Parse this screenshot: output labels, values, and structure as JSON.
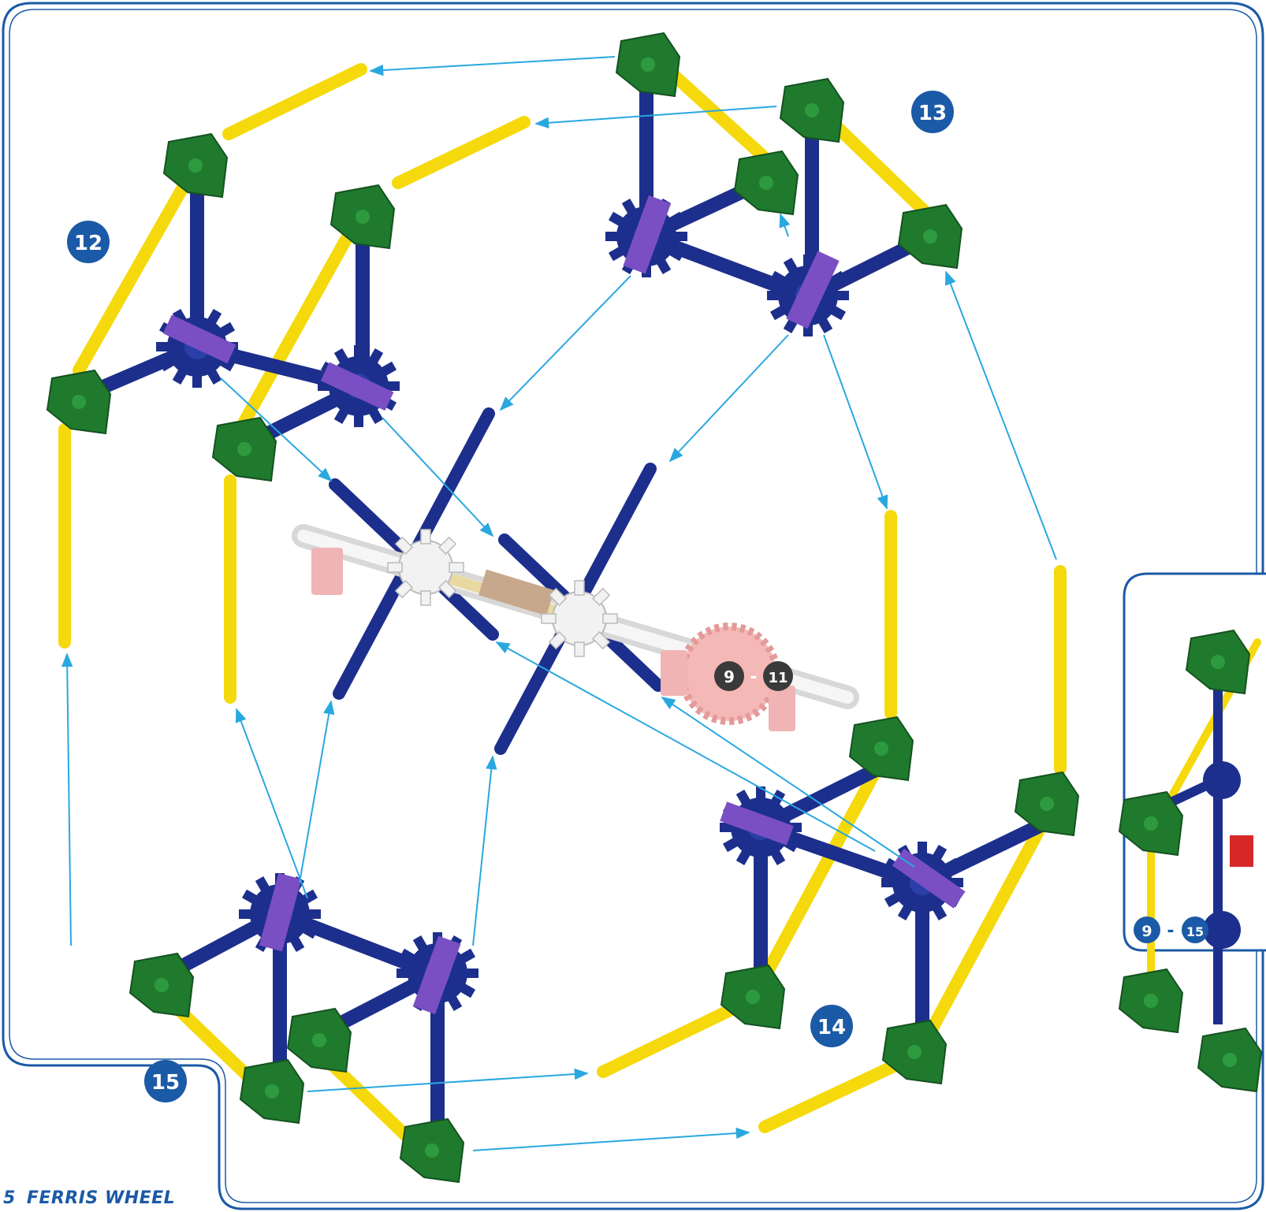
{
  "page": {
    "number": "5",
    "title": "FERRIS WHEEL"
  },
  "steps": {
    "s12": "12",
    "s13": "13",
    "s14": "14",
    "s15": "15"
  },
  "references": {
    "axle_from": "9",
    "axle_to": "11",
    "summary_from": "9",
    "summary_to": "15",
    "dash": "-"
  },
  "colors": {
    "frame_border": "#1b5aa6",
    "arrow": "#29a8e0",
    "yellow_rod": "#f5d90c",
    "blue_rod": "#1d2f8c",
    "green_connector": "#1f7a2e",
    "purple_connector": "#7a4fc4",
    "white_connector": "#eeeeee",
    "pink_gear": "#f4b8b6",
    "badge": "#1b5aa6"
  },
  "icons": [
    "blue-hub-icon",
    "green-corner-icon",
    "purple-clip-icon",
    "white-hub-icon",
    "pink-gear-icon",
    "assembly-arrow-icon"
  ]
}
